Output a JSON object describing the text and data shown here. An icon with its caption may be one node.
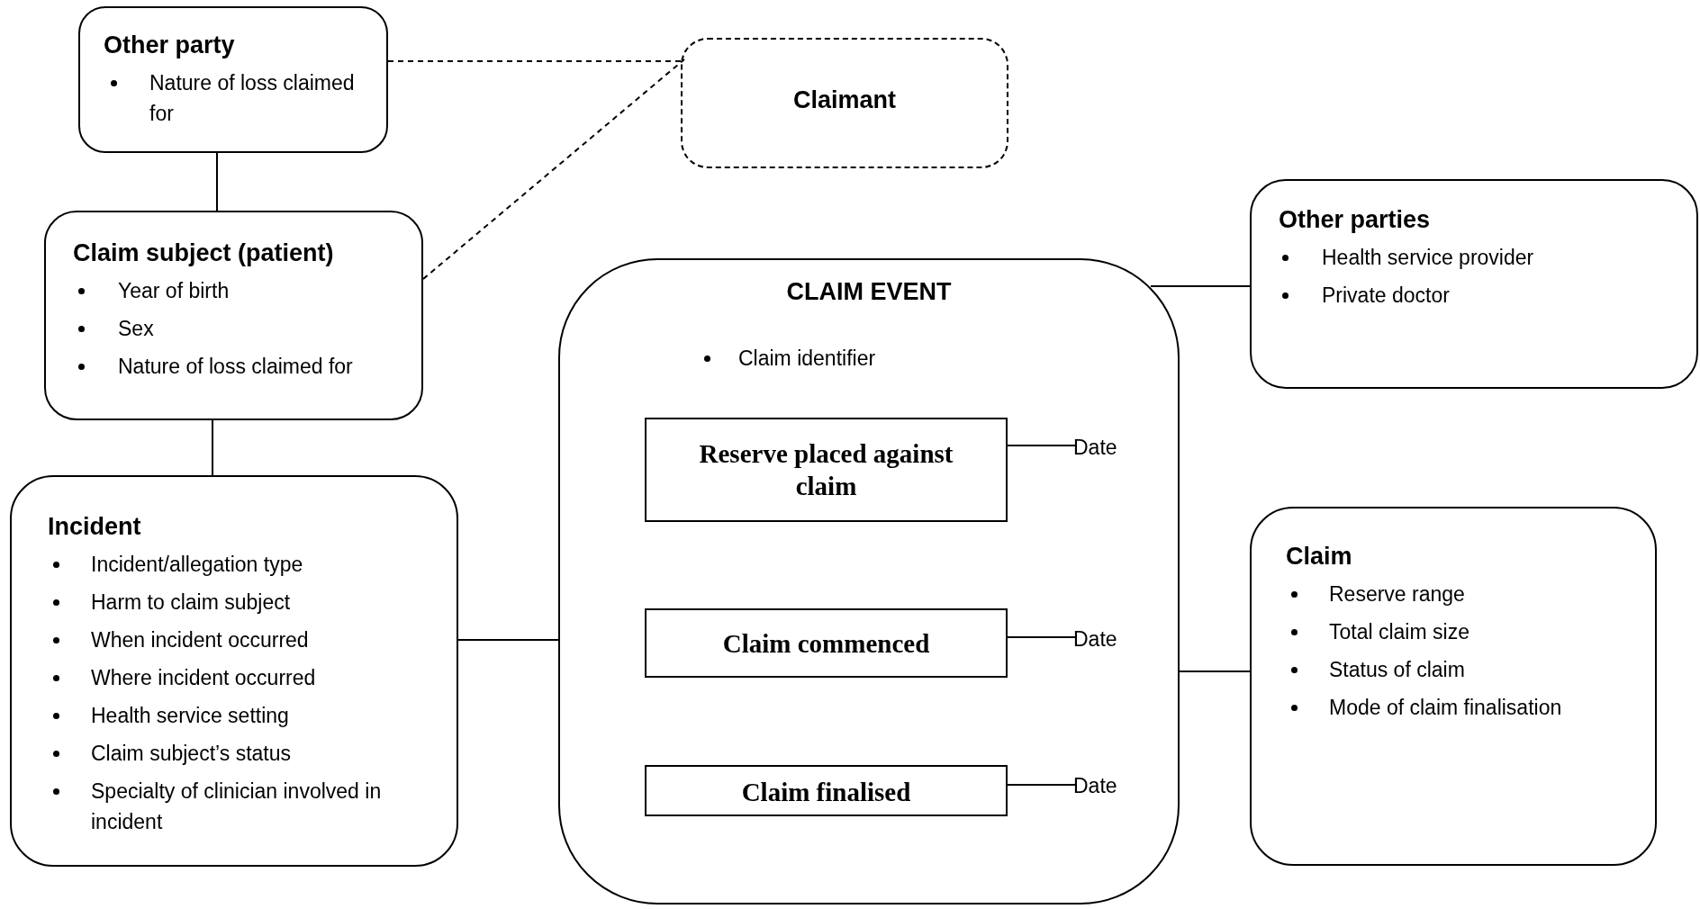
{
  "diagram": {
    "nodes": [
      {
        "text": [
          "Other party",
          "Nature of loss claimed for"
        ]
      },
      {
        "text": [
          "Claimant"
        ]
      },
      {
        "text": [
          "Other parties",
          "Health service provider",
          "Private doctor"
        ]
      },
      {
        "text": [
          "Claim subject (patient)",
          "Year of birth",
          "Sex",
          "Nature of loss claimed for"
        ]
      },
      {
        "text": [
          "CLAIM EVENT",
          "Claim identifier"
        ]
      },
      {
        "text": [
          "Reserve placed against claim"
        ],
        "in": 4
      },
      {
        "text": [
          "Date"
        ],
        "in": 4
      },
      {
        "text": [
          "Incident",
          "Incident/allegation type",
          "Harm to claim subject",
          "When incident occurred",
          "Where incident occurred",
          "Health service setting",
          "Claim subject’s status",
          "Specialty of clinician involved in incident"
        ]
      },
      {
        "text": [
          "Claim",
          "Reserve range",
          "Total claim size",
          "Status of claim",
          "Mode of claim finalisation"
        ]
      },
      {
        "text": [
          "Claim commenced"
        ],
        "in": 4
      },
      {
        "text": [
          "Date"
        ],
        "in": 4
      },
      {
        "text": [
          "Claim finalised"
        ],
        "in": 4
      },
      {
        "text": [
          "Date"
        ],
        "in": 4
      }
    ],
    "edges": [
      {
        "from": 0,
        "to": 1,
        "arrow": "none",
        "style": "dashed"
      },
      {
        "from": 0,
        "to": 3,
        "arrow": "none"
      },
      {
        "from": 3,
        "to": 1,
        "arrow": "none",
        "style": "dashed"
      },
      {
        "from": 3,
        "to": 7,
        "arrow": "none"
      },
      {
        "from": 7,
        "to": 4,
        "arrow": "none"
      },
      {
        "from": 4,
        "to": 2,
        "arrow": "none"
      },
      {
        "from": 4,
        "to": 8,
        "arrow": "none"
      },
      {
        "from": 5,
        "to": 6,
        "arrow": "none"
      },
      {
        "from": 9,
        "to": 10,
        "arrow": "none"
      },
      {
        "from": 11,
        "to": 12,
        "arrow": "none"
      }
    ]
  }
}
